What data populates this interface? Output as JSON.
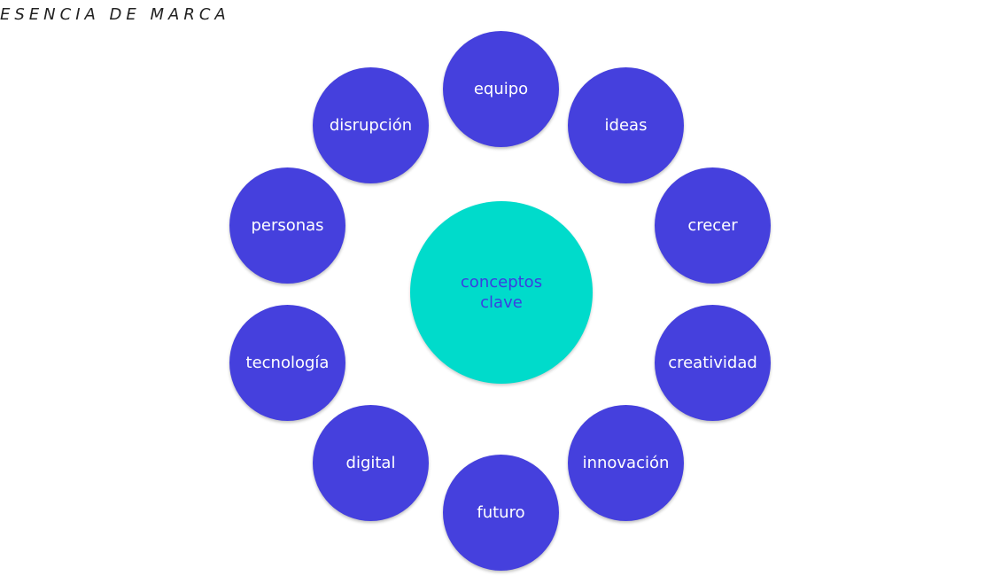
{
  "header": {
    "title": "ESENCIA DE MARCA"
  },
  "colors": {
    "outer_fill": "#4540DD",
    "outer_text": "#ffffff",
    "center_fill": "#00DBCB",
    "center_text": "#3A3FE0"
  },
  "diagram": {
    "center": {
      "line1": "conceptos",
      "line2": "clave"
    },
    "nodes": [
      {
        "id": "equipo",
        "label": "equipo"
      },
      {
        "id": "ideas",
        "label": "ideas"
      },
      {
        "id": "crecer",
        "label": "crecer"
      },
      {
        "id": "creatividad",
        "label": "creatividad"
      },
      {
        "id": "innovacion",
        "label": "innovación"
      },
      {
        "id": "futuro",
        "label": "futuro"
      },
      {
        "id": "digital",
        "label": "digital"
      },
      {
        "id": "tecnologia",
        "label": "tecnología"
      },
      {
        "id": "personas",
        "label": "personas"
      },
      {
        "id": "disrupcion",
        "label": "disrupción"
      }
    ]
  }
}
